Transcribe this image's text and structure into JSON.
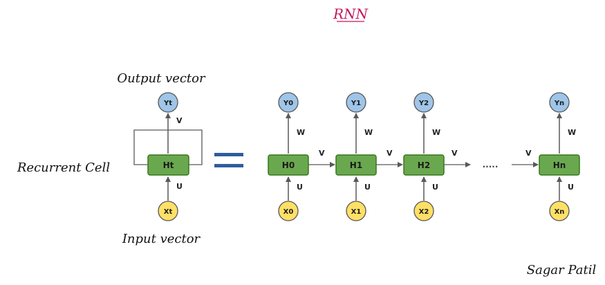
{
  "title": "RNN",
  "labels": {
    "output_vector": "Output vector",
    "recurrent_cell": "Recurrent Cell",
    "input_vector": "Input vector",
    "author": "Sagar Patil",
    "ellipsis": "....."
  },
  "cell": {
    "hidden": "Ht",
    "output": "Yt",
    "input": "Xt",
    "w_out": "V",
    "w_in": "U"
  },
  "steps": [
    {
      "hidden": "H0",
      "output": "Y0",
      "input": "X0",
      "w_out": "W",
      "w_in": "U",
      "w_rec": "V"
    },
    {
      "hidden": "H1",
      "output": "Y1",
      "input": "X1",
      "w_out": "W",
      "w_in": "U",
      "w_rec": "V"
    },
    {
      "hidden": "H2",
      "output": "Y2",
      "input": "X2",
      "w_out": "W",
      "w_in": "U",
      "w_rec": "V"
    },
    {
      "hidden": "Hn",
      "output": "Yn",
      "input": "Xn",
      "w_out": "W",
      "w_in": "U",
      "w_rec": "V"
    }
  ],
  "colors": {
    "title": "#c2185b",
    "hidden_fill": "#6aa84f",
    "hidden_stroke": "#38761d",
    "output_fill": "#9fc5e8",
    "input_fill": "#ffe066",
    "equals": "#2e5d9e",
    "arrow": "#595959"
  }
}
